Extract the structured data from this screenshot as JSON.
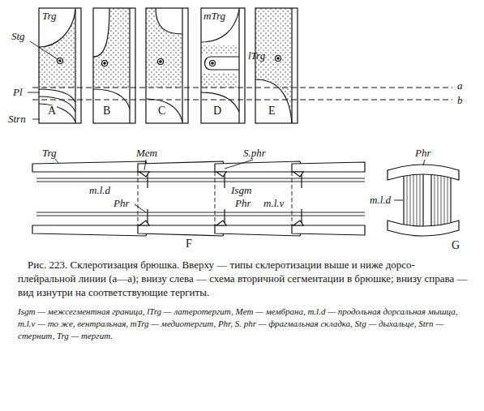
{
  "diagram": {
    "caption": "Рис. 223. Склеротизация брюшка. Вверху — типы склеротизации выше и ниже дорсо-плейральной линии (a—a); внизу слева — схема вторичной сегментации в брюшке; внизу справа — вид изнутри на соответствующие тергиты.",
    "labels": [
      "Trg",
      "Stg",
      "Pl",
      "Strn",
      "A",
      "B",
      "C",
      "D",
      "E",
      "mTrg",
      "lTrg",
      "a",
      "b",
      "F",
      "Trg",
      "Mem",
      "S.phr",
      "m.l.d",
      "Isgm",
      "Phr",
      "Phr",
      "m.l.v",
      "Phr",
      "m.l.d",
      "G",
      "Isgm — межсегментная граница, lTrg — латеротергит, Mem — мембрана, m.l.d — продольная дорсальная мышца, m.l.v — то же, вентральная, mTrg — медиотергит, Phr, S. phr — фрагмальная складка, Stg — дыхальце, Strn — стернит, Trg — тергит."
    ]
  }
}
